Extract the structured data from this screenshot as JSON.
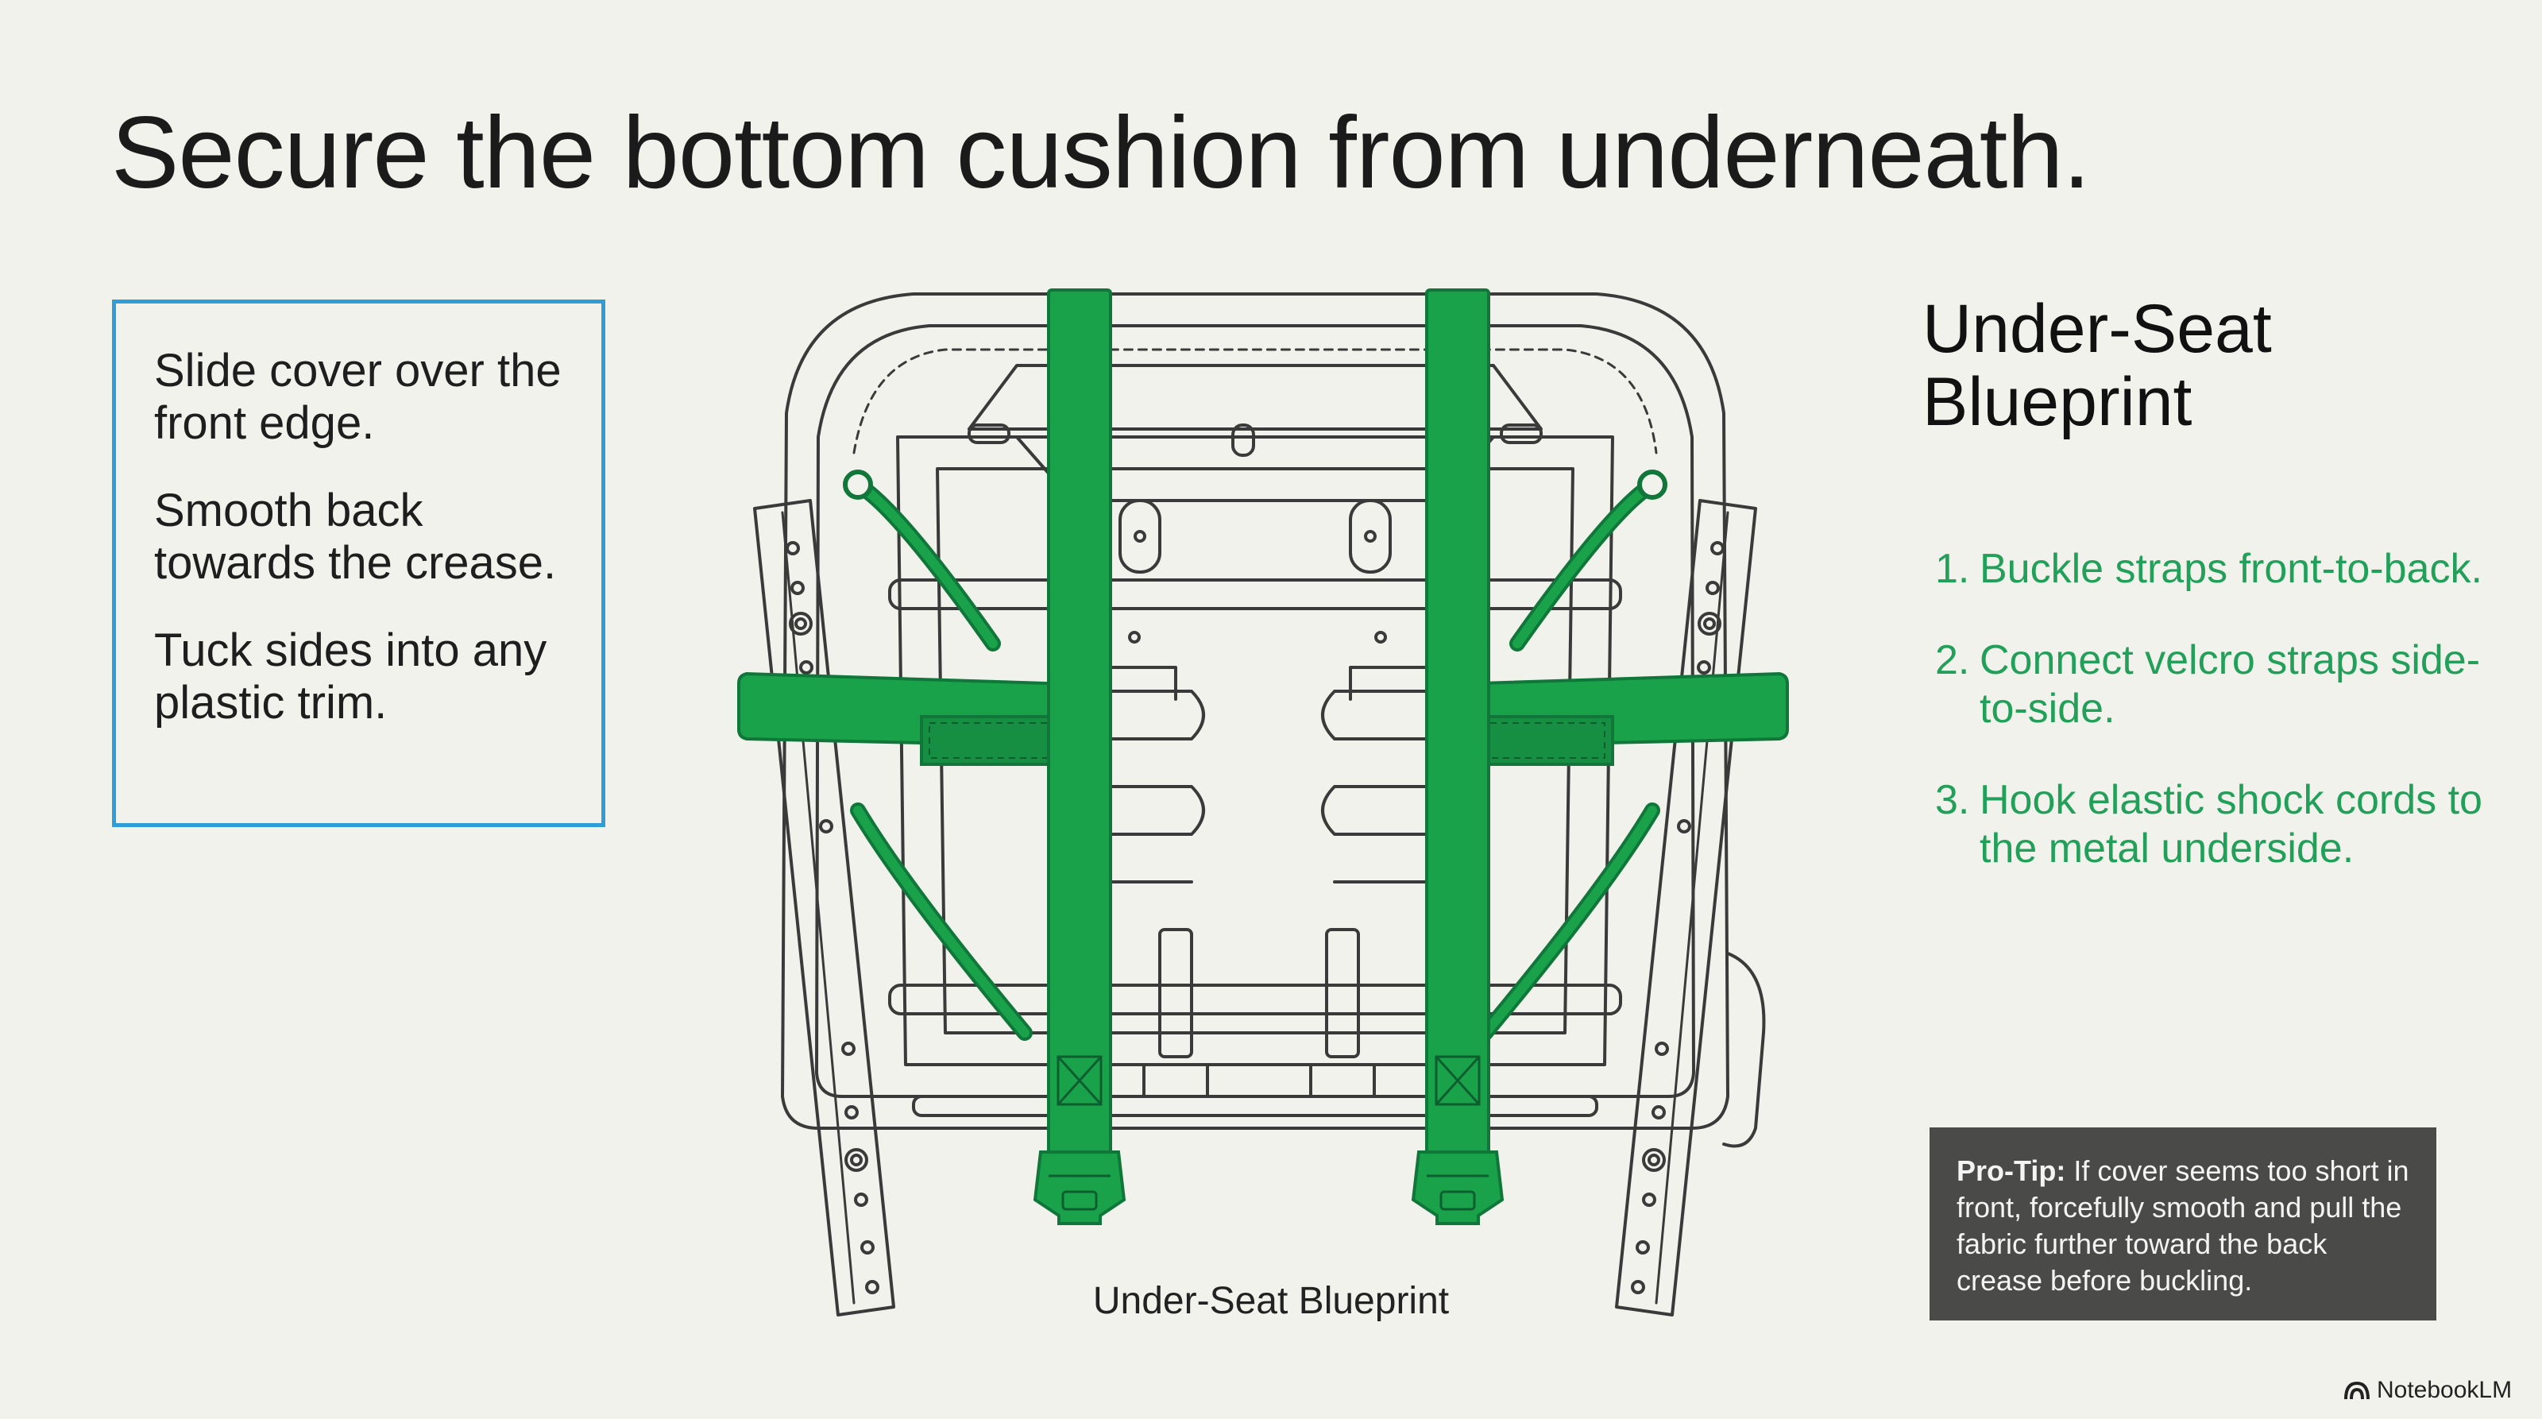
{
  "title": "Secure the bottom cushion from underneath.",
  "steps": [
    "Slide cover over the front edge.",
    "Smooth back towards the crease.",
    "Tuck sides into any plastic trim."
  ],
  "diagram": {
    "caption": "Under-Seat Blueprint",
    "strap_color": "#19a24a",
    "strap_dark": "#10763a",
    "line_color": "#3a3a3a"
  },
  "blueprint": {
    "title_line1": "Under-Seat",
    "title_line2": "Blueprint",
    "items": [
      {
        "num": "1.",
        "text": "Buckle straps front-to-back."
      },
      {
        "num": "2.",
        "text": "Connect velcro straps side-to-side."
      },
      {
        "num": "3.",
        "text": "Hook elastic shock cords to the metal underside."
      }
    ]
  },
  "tip": {
    "label": "Pro-Tip:",
    "text": "If cover seems too short in front, forcefully smooth and pull the fabric further toward the back crease before buckling."
  },
  "brand": {
    "name": "NotebookLM",
    "icon": "notebooklm-logo-icon"
  }
}
